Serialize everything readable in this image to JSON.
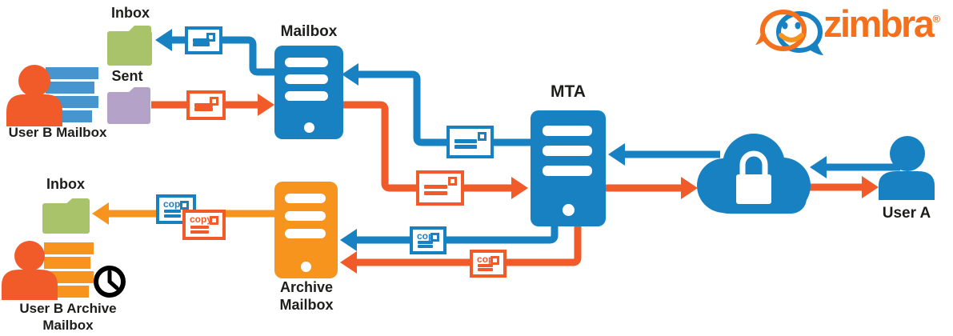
{
  "diagram": {
    "labels": {
      "inbox_top": "Inbox",
      "sent": "Sent",
      "user_b_mailbox": "User B Mailbox",
      "mailbox_server": "Mailbox",
      "mta_server": "MTA",
      "user_a": "User A",
      "inbox_archive": "Inbox",
      "archive_server_line1": "Archive",
      "archive_server_line2": "Mailbox",
      "user_b_archive_line1": "User B Archive",
      "user_b_archive_line2": "Mailbox"
    },
    "envelope": {
      "copy_label": "copy"
    },
    "logo": {
      "wordmark": "zimbra",
      "registered_mark": "®"
    },
    "icons": {
      "cloud": "cloud-with-padlock",
      "clock": "archive-retention-clock",
      "person": "user-silhouette",
      "server": "server-tower",
      "folder": "mail-folder",
      "envelope": "mail-envelope"
    },
    "colors": {
      "flow_blue": "#1781c2",
      "flow_orange": "#f15a29",
      "archive_orange": "#f7941e",
      "folder_green": "#a9c36b",
      "folder_purple": "#b4a2c8",
      "text_black": "#1d1d1b",
      "logo_orange": "#f3701d"
    }
  }
}
